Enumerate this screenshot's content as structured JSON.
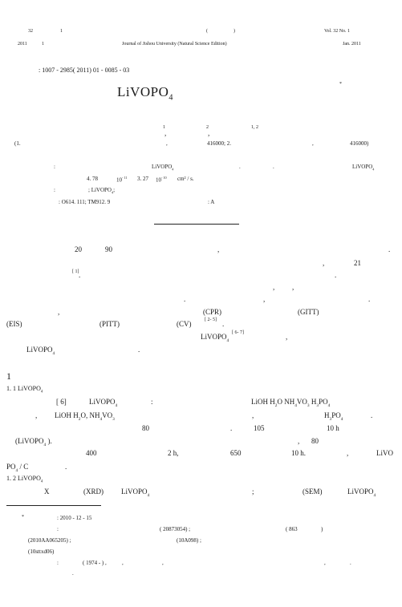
{
  "header": {
    "vol_no": "32",
    "issue_no": "1",
    "paren_open": "(",
    "paren_close": ")",
    "vol_en": "Vol. 32   No. 1",
    "year": "2011",
    "month": "1",
    "journal": "Journal of Jishou University (Natural Science Edition)",
    "date_en": "Jan.  2011"
  },
  "article_no": ": 1007 - 2985( 2011) 01 - 0085 - 03",
  "title": "LiVOPO",
  "title_sub": "4",
  "star": "*",
  "authors": {
    "sup1": "1",
    "sup2": "2",
    "sup3": "1, 2",
    "comma1": ",",
    "comma2": ","
  },
  "affil": {
    "open": "(1.",
    "comma_a": ",",
    "code1": "416000; 2.",
    "comma_b": ",",
    "code2": "416000)"
  },
  "abstract": {
    "colon": ":",
    "livopo4_a": "LiVOPO",
    "sub_a": "4",
    "dot_a": ".",
    "dot_b": ".",
    "livopo4_b": "LiVOPO",
    "sub_b": "4",
    "d1": "4. 78",
    "x1": "10",
    "e1": "- 11",
    "d2": "3. 27",
    "x2": "10",
    "e2": "- 10",
    "unit": "cm² / s."
  },
  "keywords": {
    "colon": ":",
    "text": "; LiVOPO",
    "sub": "4",
    "end": ";"
  },
  "classification": {
    "clc": ": O614. 111; TM912. 9",
    "code": ": A"
  },
  "intro": {
    "l1_20": "20",
    "l1_90": "90",
    "l1_comma": ",",
    "l1_dot": ".",
    "l2_comma": ",",
    "l2_21": "21",
    "l3_ref": "[ 1]",
    "l3_dot": ".",
    "l3_dot2": ".",
    "l4_c1": ",",
    "l4_c2": ",",
    "l5_dot1": ".",
    "l5_comma": ",",
    "l5_dot2": ".",
    "l6_comma": ",",
    "l6_cpr": "(CPR)",
    "l6_gitt": "(GITT)",
    "l7_eis": "(EIS)",
    "l7_pitt": "(PITT)",
    "l7_cv": "(CV)",
    "l7_ref": "[ 2- 5]",
    "l7_dot": ".",
    "l8_liv": "LiVOPO",
    "l8_sub": "4",
    "l8_ref": "[ 6- 7]",
    "l8_comma": ",",
    "l9_liv": "LiVOPO",
    "l9_sub": "4",
    "l9_dot": "."
  },
  "section1": {
    "num": "1",
    "s11": "1. 1 LiVOPO",
    "s11_sub": "4",
    "p1_ref": "[ 6]",
    "p1_liv": "LiVOPO",
    "p1_sub": "4",
    "p1_colon": ":",
    "p1_chem": "LiOH   H",
    "p1_chem_sub": "2",
    "p1_chem2": "O  NH",
    "p1_chem2_sub": "4",
    "p1_chem3": "VO",
    "p1_chem3_sub": "3",
    "p1_chem4": "  H",
    "p1_chem4_sub": "3",
    "p1_chem5": "PO",
    "p1_chem5_sub": "4",
    "p2_comma": ",",
    "p2_chem": "LiOH   H",
    "p2_sub": "2",
    "p2_chem2": "O, NH",
    "p2_sub2": "4",
    "p2_chem3": "VO",
    "p2_sub3": "3",
    "p2_comma2": ",",
    "p2_h3po4": "H",
    "p2_h3po4_sub": "3",
    "p2_po4": "PO",
    "p2_po4_sub": "4",
    "p2_dot": ".",
    "p3_80": "80",
    "p3_dot": ".",
    "p3_105": "105",
    "p3_10h": "10 h",
    "p4_open": "(LiVOPO",
    "p4_sub": "4",
    "p4_close": "  ).",
    "p4_comma": ",",
    "p4_80": "80",
    "p5_400": "400",
    "p5_2h": "2  h,",
    "p5_650": "650",
    "p5_10h": "10 h.",
    "p5_comma": ",",
    "p5_livo": "LiVO",
    "p6_po4": "PO",
    "p6_sub": "4",
    "p6_c": " / C",
    "p6_dot": ".",
    "s12": "1. 2 LiVOPO",
    "s12_sub": "4",
    "p7_x": "X",
    "p7_xrd": "(XRD)",
    "p7_liv": "LiVOPO",
    "p7_sub": "4",
    "p7_semi": ";",
    "p7_sem": "(SEM)",
    "p7_liv2": "LiVOPO",
    "p7_sub2": "4"
  },
  "footnotes": {
    "star": "*",
    "received": ": 2010 - 12 - 15",
    "fund_colon": ":",
    "fund1": "( 20873054) ;",
    "fund2": "( 863",
    "fund2b": ")",
    "fund3": "(2010AA065205) ;",
    "fund4": "(10A098) ;",
    "fund5": "(10sttxd06)",
    "bio_colon": ":",
    "bio_year": "( 1974 - ) ,",
    "bio_comma": ",",
    "bio_comma2": ",",
    "bio_comma3": ",",
    "bio_dot": ".",
    "bio_dot2": "."
  }
}
